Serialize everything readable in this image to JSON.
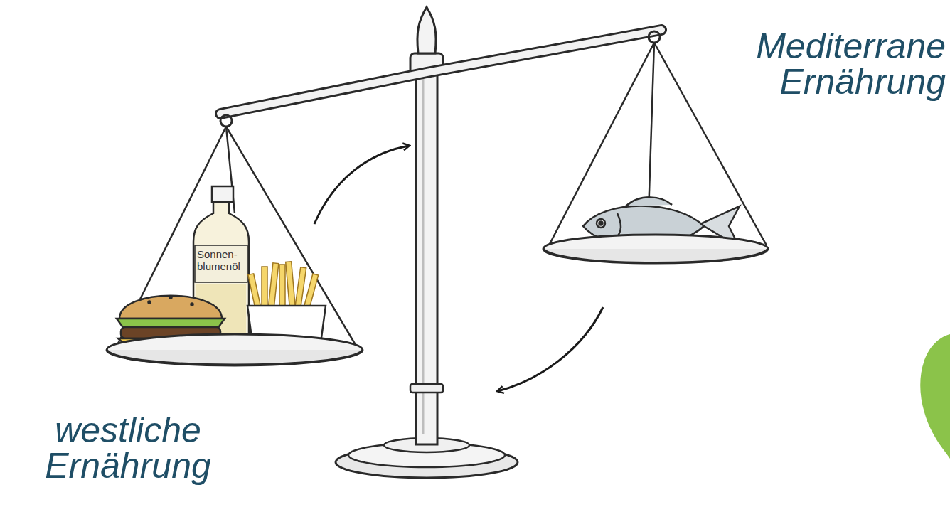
{
  "diagram": {
    "labels": [
      "Mediterrane Ernährung",
      "Sonnen- blumenöl",
      "westliche Ernährung"
    ]
  }
}
